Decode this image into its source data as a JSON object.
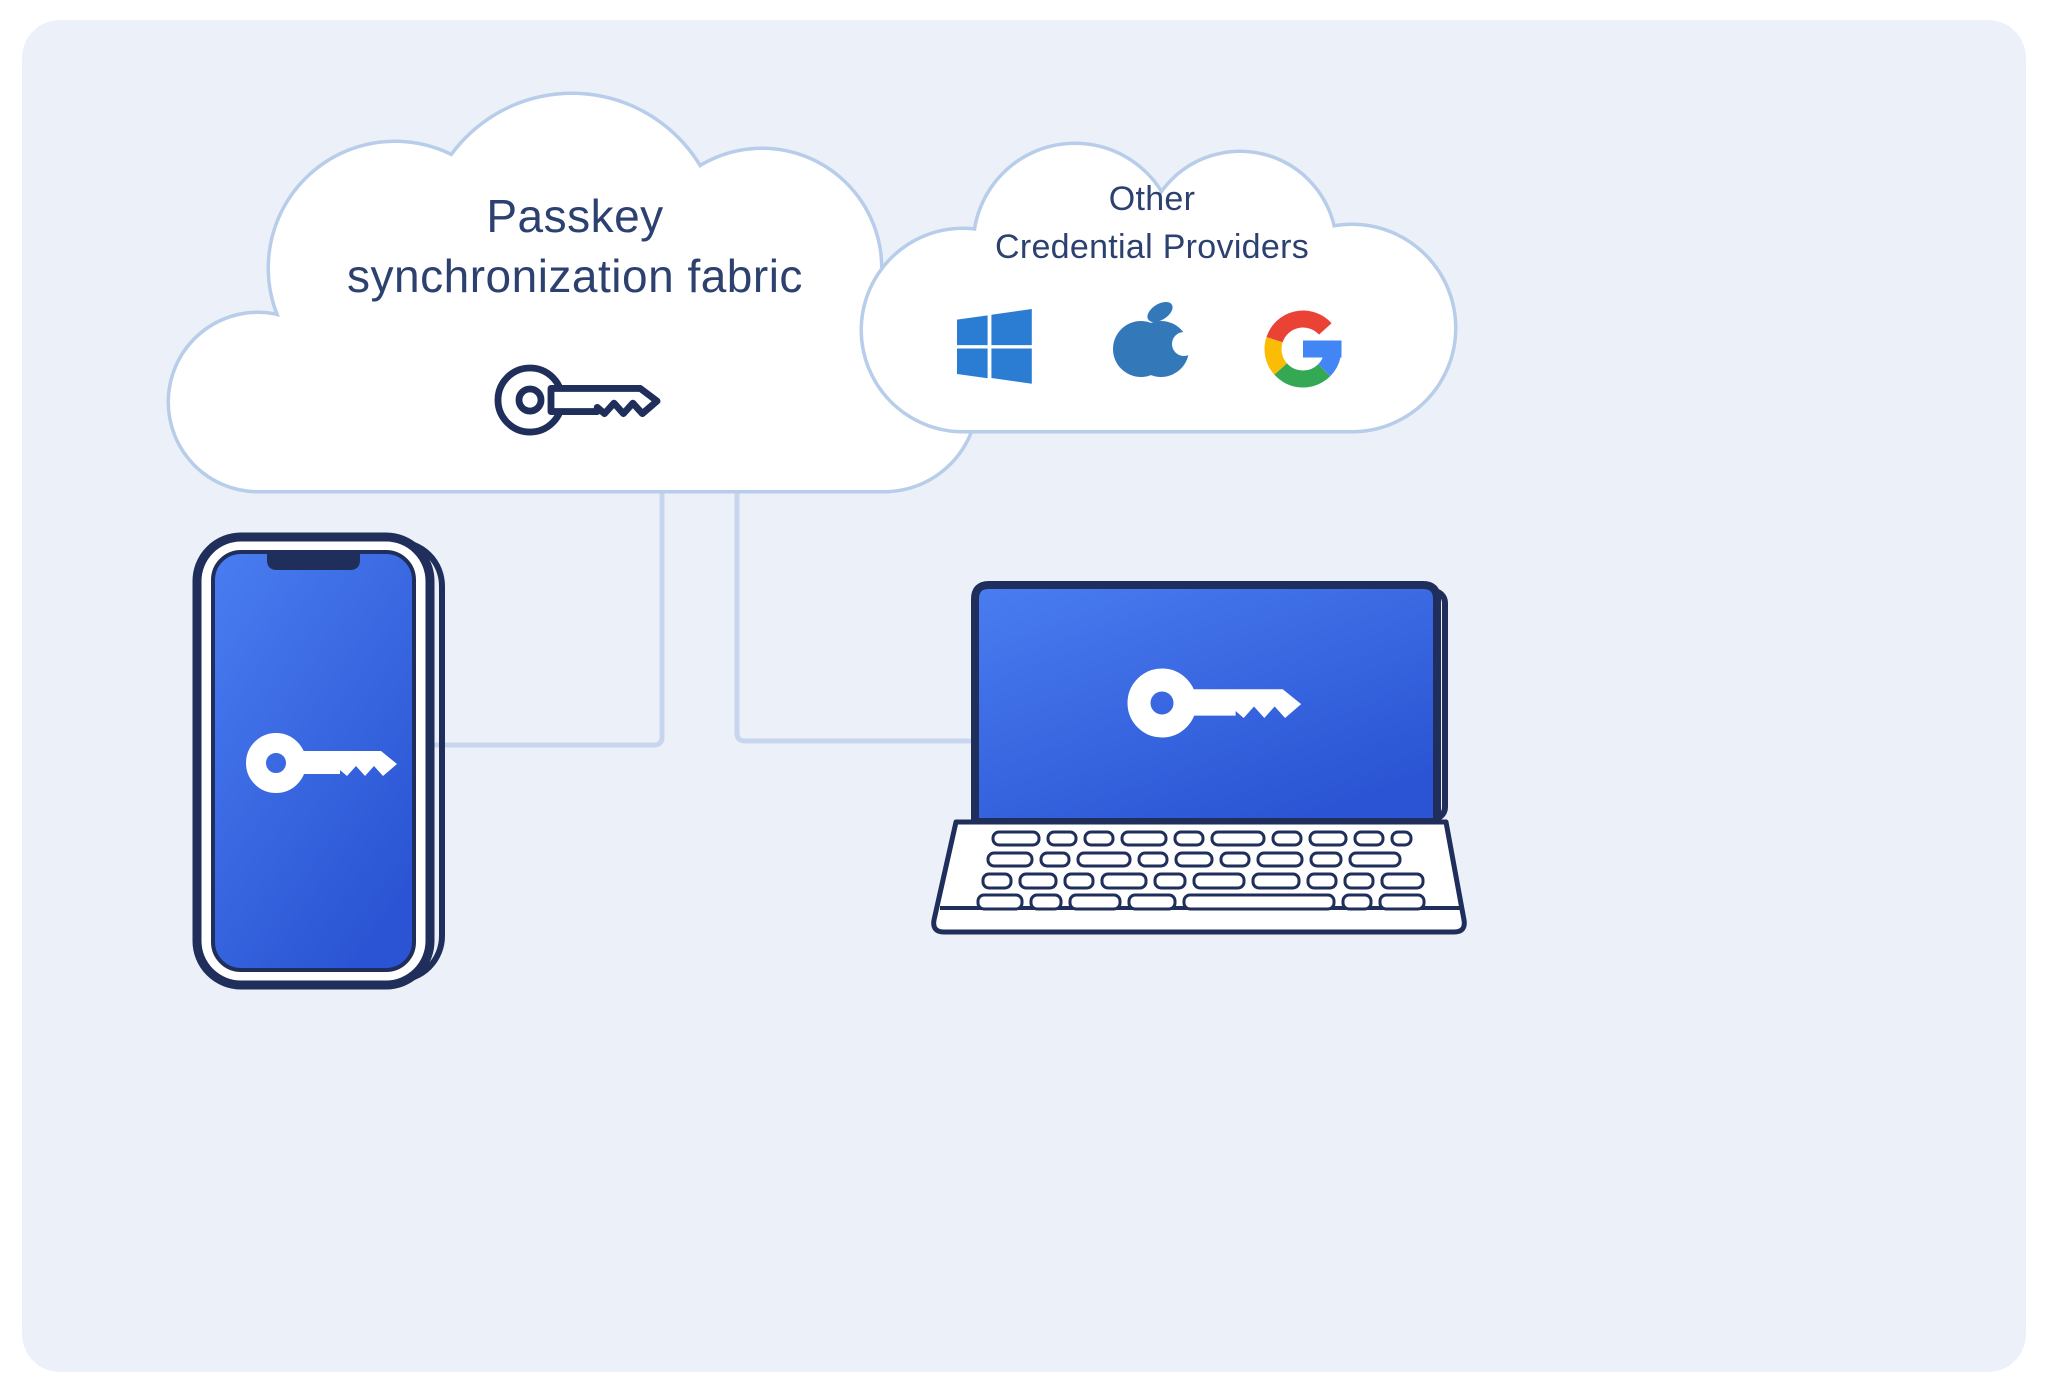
{
  "clouds": {
    "passkey_fabric": {
      "label_line1": "Passkey",
      "label_line2": "synchronization fabric",
      "icon": "key-icon"
    },
    "other_providers": {
      "label_line1": "Other",
      "label_line2": "Credential Providers",
      "logos": [
        "windows-logo",
        "apple-logo",
        "google-logo"
      ]
    }
  },
  "devices": [
    {
      "name": "smartphone",
      "icon": "key-icon"
    },
    {
      "name": "laptop",
      "icon": "key-icon"
    }
  ],
  "colors": {
    "panel_bg": "#ecf1f9",
    "outline_navy": "#1f2e5a",
    "text_navy": "#2c416f",
    "cloud_stroke": "#b7cdea",
    "connector_line": "#c7d6ee",
    "screen_blue_light": "#4a7df1",
    "screen_blue_dark": "#2a54d3",
    "windows_blue": "#2b7cd3",
    "apple_blue": "#3379b9",
    "google_blue": "#4285F4",
    "google_red": "#EA4335",
    "google_yellow": "#FBBC05",
    "google_green": "#34A853"
  }
}
